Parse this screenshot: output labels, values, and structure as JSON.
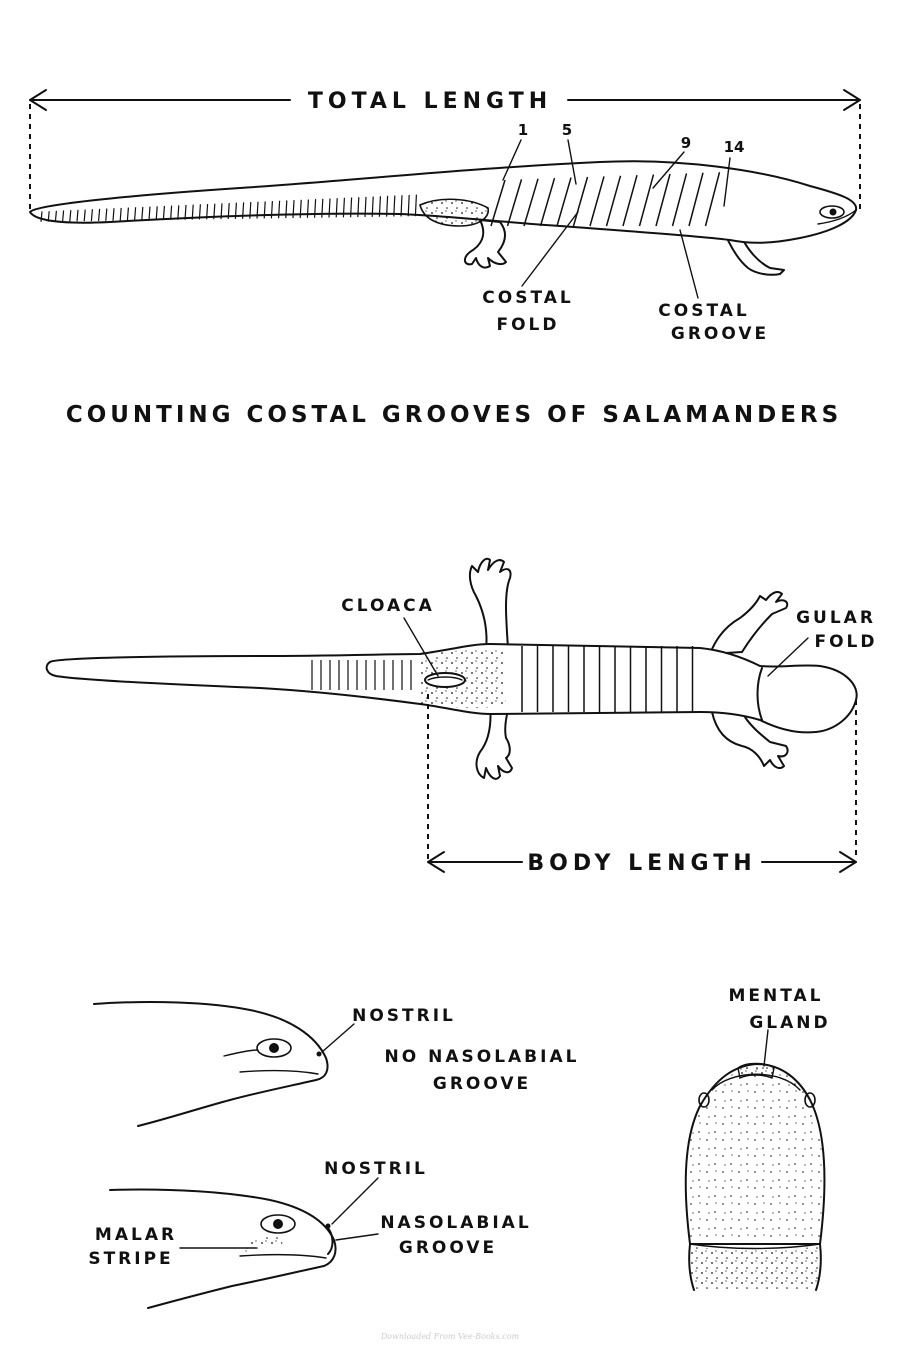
{
  "title": "COUNTING COSTAL GROOVES OF SALAMANDERS",
  "lateral_view": {
    "total_length": "TOTAL LENGTH",
    "groove_numbers": [
      "1",
      "5",
      "9",
      "14"
    ],
    "costal_fold": [
      "COSTAL",
      "FOLD"
    ],
    "costal_groove": [
      "COSTAL",
      "GROOVE"
    ]
  },
  "ventral_view": {
    "cloaca": "CLOACA",
    "gular_fold": [
      "GULAR",
      "FOLD"
    ],
    "body_length": "BODY LENGTH"
  },
  "head_views": {
    "upper": {
      "nostril": "NOSTRIL",
      "note": [
        "NO NASOLABIAL",
        "GROOVE"
      ]
    },
    "lower": {
      "nostril": "NOSTRIL",
      "malar_stripe": [
        "MALAR",
        "STRIPE"
      ],
      "nasolabial_groove": [
        "NASOLABIAL",
        "GROOVE"
      ]
    },
    "chin": {
      "mental_gland": [
        "MENTAL",
        "GLAND"
      ]
    }
  },
  "footer": "Downloaded From Vee-Books.com",
  "colors": {
    "ink": "#111111",
    "paper": "#ffffff"
  }
}
